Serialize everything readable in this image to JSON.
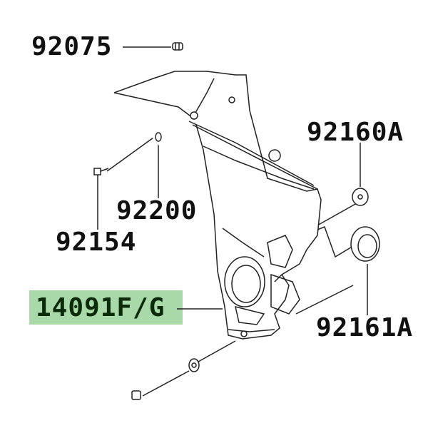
{
  "labels": {
    "p92075": "92075",
    "p92160A": "92160A",
    "p92200": "92200",
    "p92154": "92154",
    "p14091FG": "14091F/G",
    "p92161A": "92161A"
  },
  "highlight_color": "#a9d8a9",
  "highlighted_part": "14091F/G"
}
